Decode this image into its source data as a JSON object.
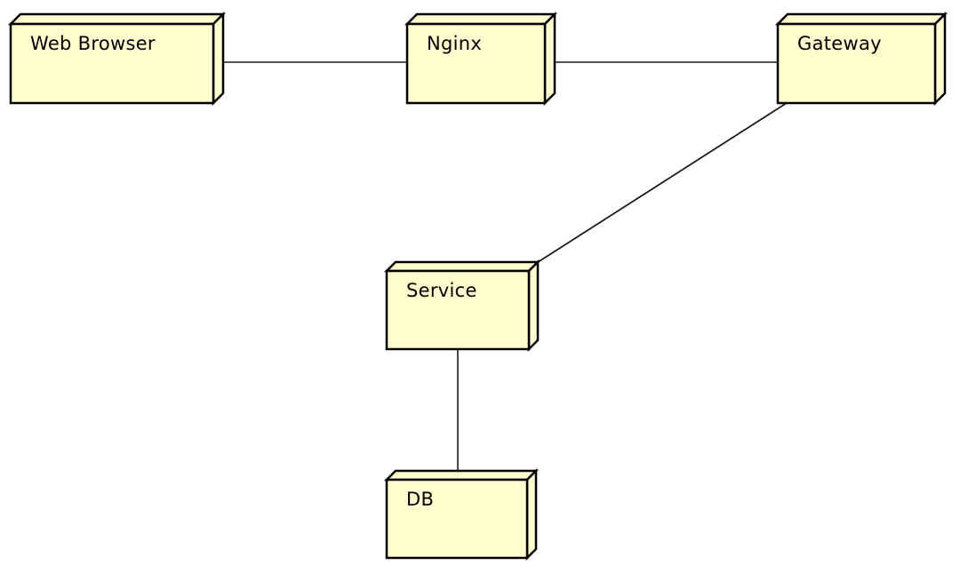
{
  "diagram": {
    "kind": "deployment-node-diagram",
    "colors": {
      "background": "#ffffff",
      "node_fill": "#fefece",
      "node_border": "#000000",
      "edge": "#1c1c1c",
      "label": "#000000"
    },
    "nodes": [
      {
        "id": "web-browser",
        "label": "Web Browser"
      },
      {
        "id": "nginx",
        "label": "Nginx"
      },
      {
        "id": "gateway",
        "label": "Gateway"
      },
      {
        "id": "service",
        "label": "Service"
      },
      {
        "id": "db",
        "label": "DB"
      }
    ],
    "edges": [
      {
        "from": "web-browser",
        "to": "nginx"
      },
      {
        "from": "nginx",
        "to": "gateway"
      },
      {
        "from": "gateway",
        "to": "service"
      },
      {
        "from": "service",
        "to": "db"
      }
    ]
  }
}
